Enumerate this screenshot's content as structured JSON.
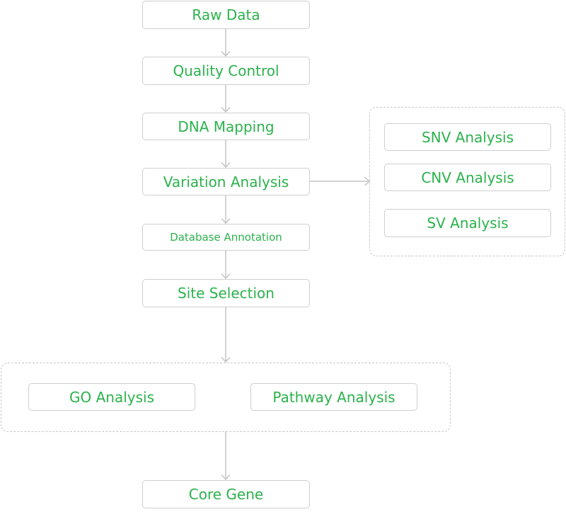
{
  "colors": {
    "text": "#2bb24c",
    "border": "#cfcfcf",
    "connector": "#c4c4c4",
    "group_border": "#c8c8c8"
  },
  "flow": {
    "raw_data": "Raw Data",
    "quality_control": "Quality Control",
    "dna_mapping": "DNA Mapping",
    "variation_analysis": "Variation Analysis",
    "database_annotation": "Database Annotation",
    "site_selection": "Site Selection",
    "core_gene": "Core Gene"
  },
  "variant_group": {
    "snv": "SNV Analysis",
    "cnv": "CNV Analysis",
    "sv": "SV Analysis"
  },
  "enrichment_group": {
    "go": "GO Analysis",
    "pathway": "Pathway Analysis"
  }
}
